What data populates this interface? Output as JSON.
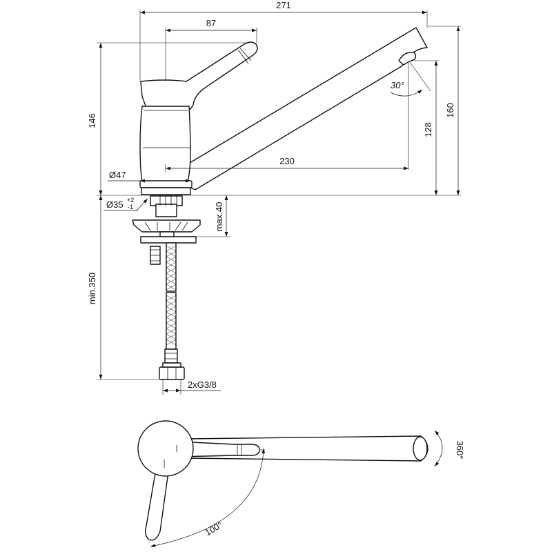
{
  "dimensions": {
    "overall_width": "271",
    "lever_reach": "87",
    "spout_reach": "230",
    "total_height": "146",
    "spout_height": "128",
    "outlet_height": "160",
    "body_diameter": "Ø47",
    "hole_diameter": "Ø35",
    "hole_tol_plus": "+2",
    "hole_tol_minus": "-1",
    "max_counter_thickness": "max.40",
    "min_hose_length": "min.350",
    "connection": "2xG3/8",
    "outlet_angle": "30°",
    "lever_angle": "100°",
    "swivel_angle": "360°"
  },
  "colors": {
    "line": "#111111",
    "background": "#ffffff"
  }
}
